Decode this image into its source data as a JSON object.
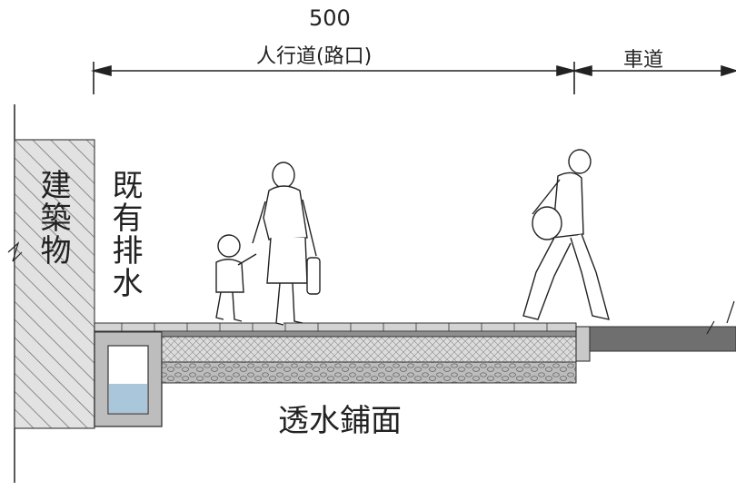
{
  "dimension": {
    "value": "500",
    "sidewalk_label": "人行道(路口)",
    "roadway_label": "車道"
  },
  "labels": {
    "building": "建築物",
    "existing_drainage": "既有排水",
    "permeable_paving": "透水鋪面"
  },
  "colors": {
    "line": "#222222",
    "hatch": "#6e6e6e",
    "building_fill": "#e2e2e2",
    "curb_gray": "#bdbdbd",
    "road": "#6f6f6f",
    "water": "#a9c6da",
    "permeable_fill": "#dcdcdc",
    "gravel_fill": "#b7b7b7"
  }
}
